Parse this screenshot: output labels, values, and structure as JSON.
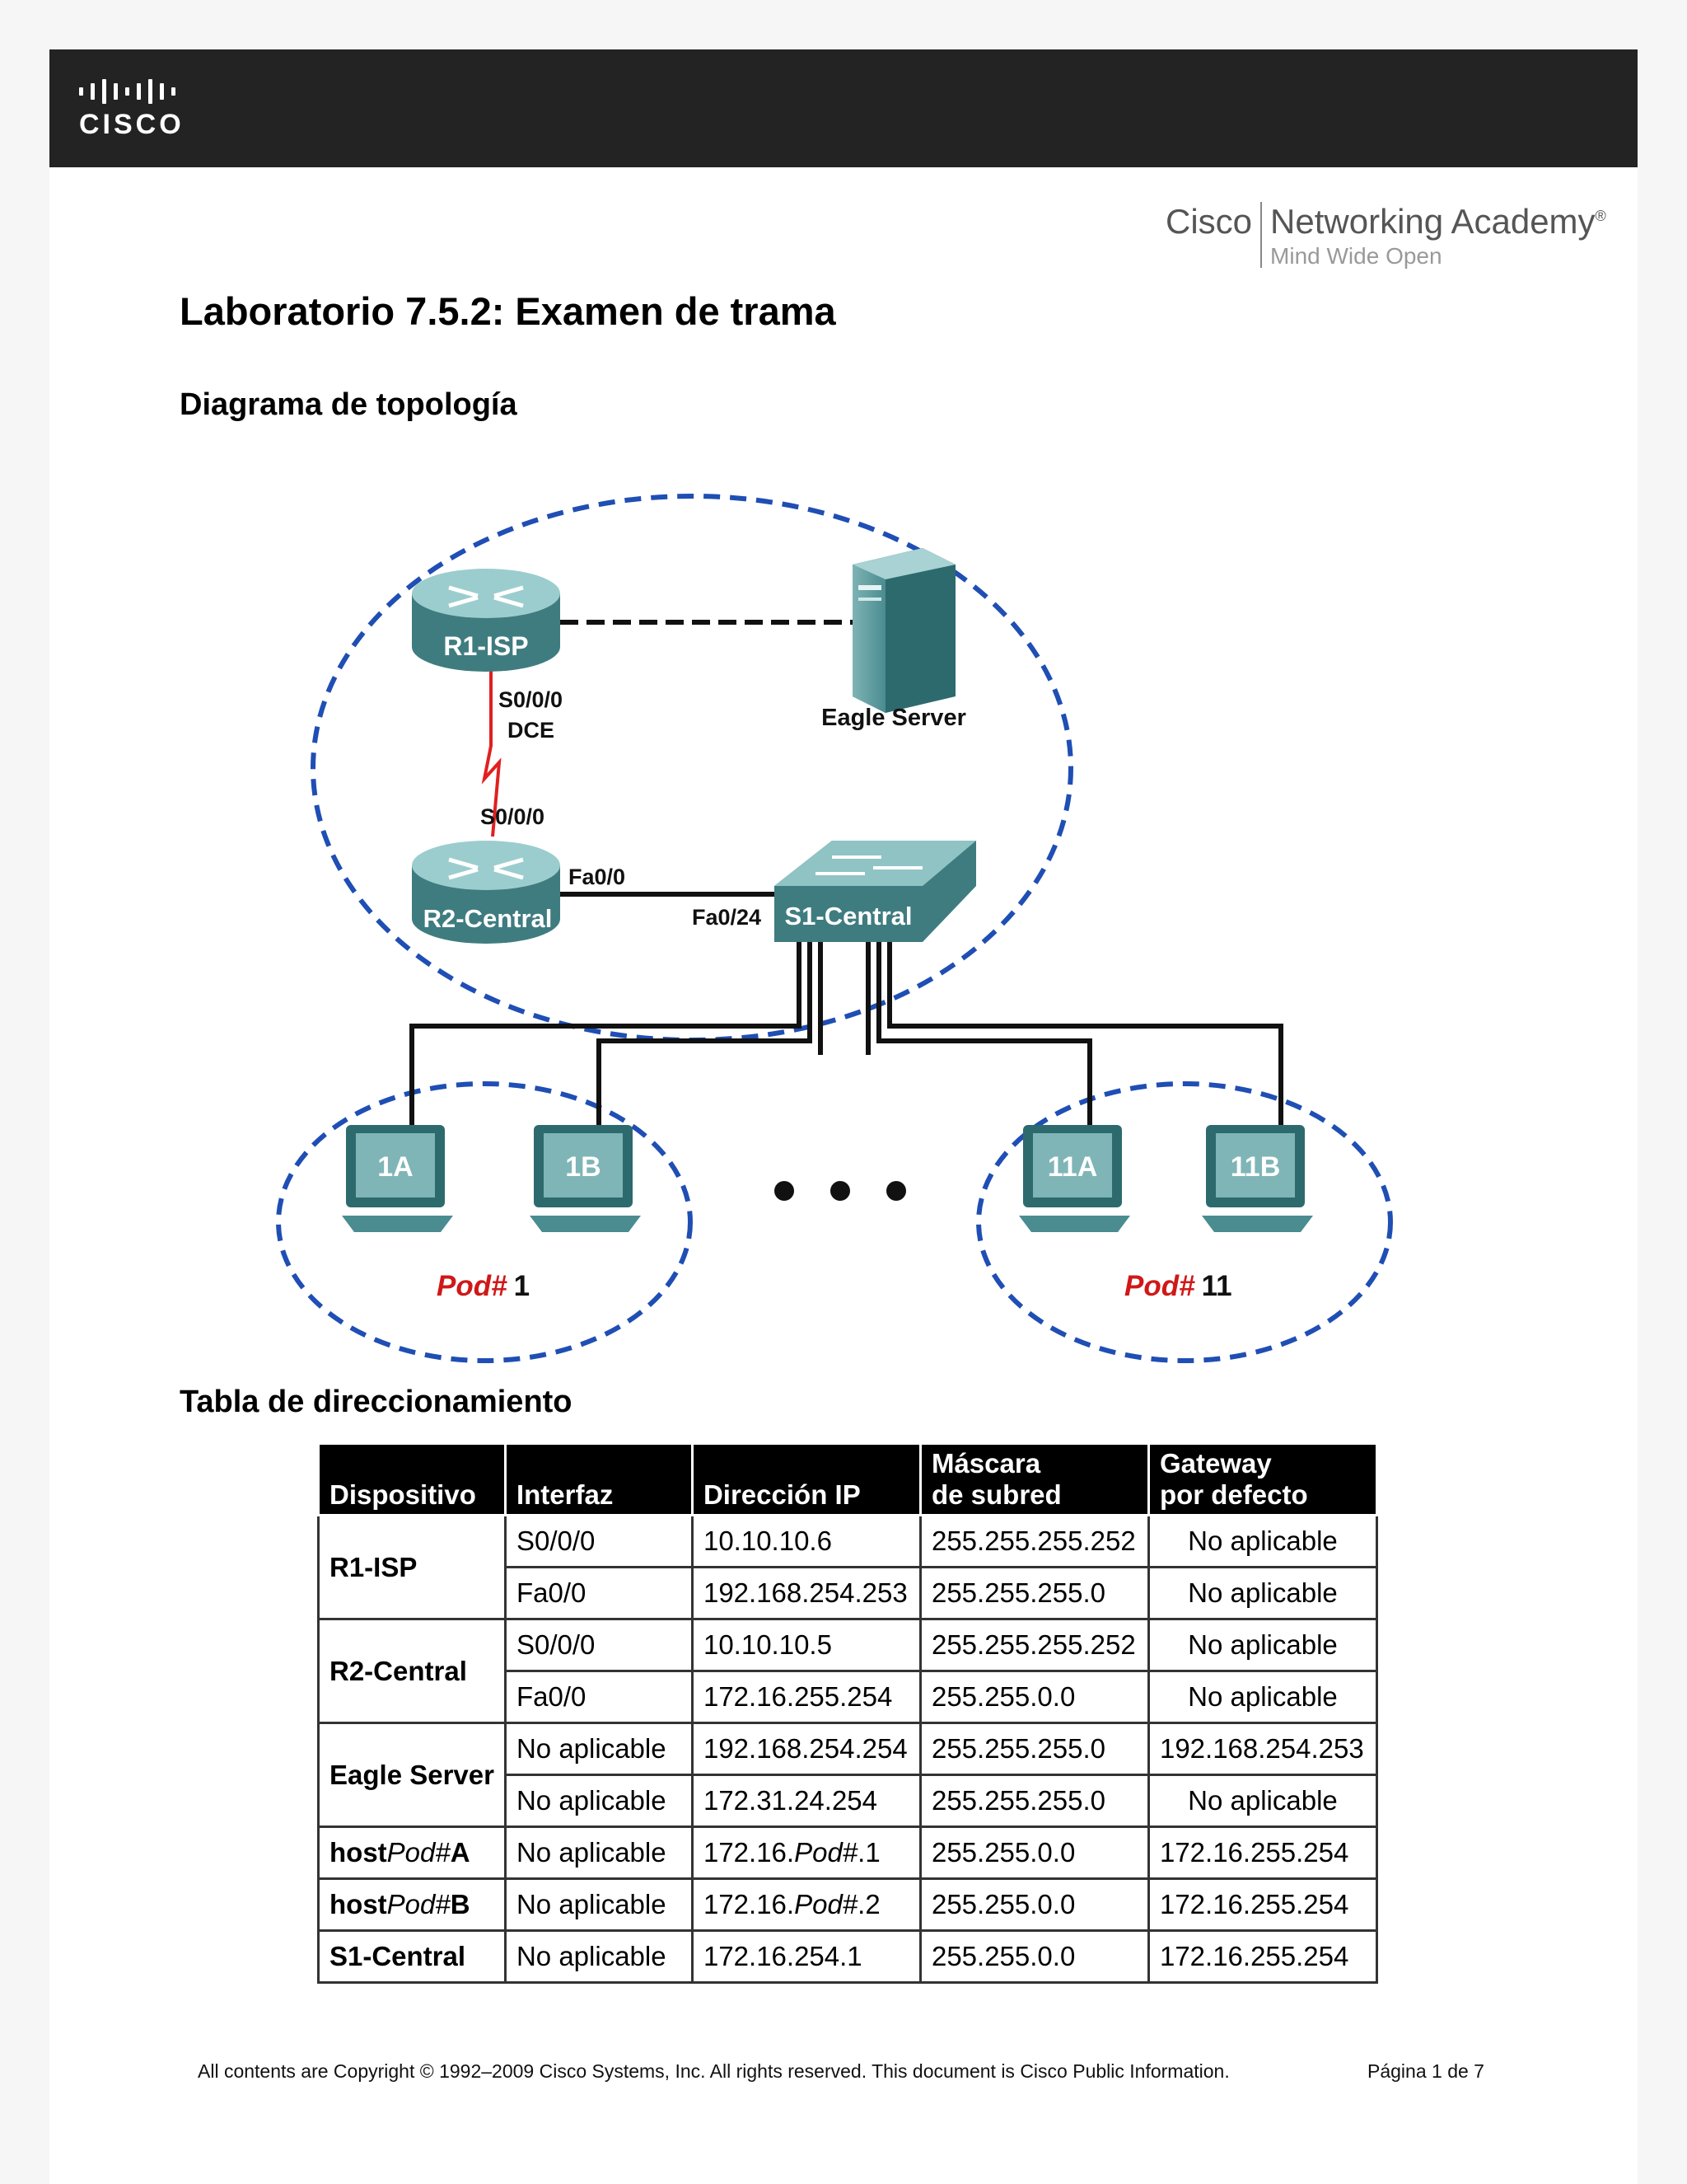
{
  "header": {
    "cisco_word": "CISCO",
    "academy_name_a": "Cisco",
    "academy_name_b": "Networking Academy",
    "academy_tagline": "Mind Wide Open"
  },
  "title": "Laboratorio 7.5.2: Examen de trama",
  "sections": {
    "topology": "Diagrama de topología",
    "addressing": "Tabla de direccionamiento"
  },
  "diagram": {
    "r1": "R1-ISP",
    "r2": "R2-Central",
    "switch": "S1-Central",
    "server": "Eagle Server",
    "r1_port": "S0/0/0",
    "dce": "DCE",
    "r2_serial": "S0/0/0",
    "r2_fa": "Fa0/0",
    "sw_port": "Fa0/24",
    "pc_1a": "1A",
    "pc_1b": "1B",
    "pc_11a": "11A",
    "pc_11b": "11B",
    "pod_label": "Pod#",
    "pod1_num": "1",
    "pod11_num": "11",
    "colors": {
      "router": "#5f9ea0",
      "cloud": "#1f4eb4",
      "serial": "#e02020",
      "pod": "#d01818"
    }
  },
  "table": {
    "headers": [
      "Dispositivo",
      "Interfaz",
      "Dirección IP",
      "Máscara\nde subred",
      "Gateway\npor defecto"
    ],
    "rows": [
      {
        "device": "R1-ISP",
        "interface": "S0/0/0",
        "ip": "10.10.10.6",
        "mask": "255.255.255.252",
        "gateway": "No aplicable"
      },
      {
        "device": "",
        "interface": "Fa0/0",
        "ip": "192.168.254.253",
        "mask": "255.255.255.0",
        "gateway": "No aplicable"
      },
      {
        "device": "R2-Central",
        "interface": "S0/0/0",
        "ip": "10.10.10.5",
        "mask": "255.255.255.252",
        "gateway": "No aplicable"
      },
      {
        "device": "",
        "interface": "Fa0/0",
        "ip": "172.16.255.254",
        "mask": "255.255.0.0",
        "gateway": "No aplicable"
      },
      {
        "device": "Eagle Server",
        "interface": "No aplicable",
        "ip": "192.168.254.254",
        "mask": "255.255.255.0",
        "gateway": "192.168.254.253"
      },
      {
        "device": "",
        "interface": "No aplicable",
        "ip": "172.31.24.254",
        "mask": "255.255.255.0",
        "gateway": "No aplicable"
      },
      {
        "device_a": "host",
        "device_b": "Pod#",
        "device_c": "A",
        "interface": "No aplicable",
        "ip_a": "172.16.",
        "ip_b": "Pod#",
        "ip_c": ".1",
        "mask": "255.255.0.0",
        "gateway": "172.16.255.254"
      },
      {
        "device_a": "host",
        "device_b": "Pod#",
        "device_c": "B",
        "interface": "No aplicable",
        "ip_a": "172.16.",
        "ip_b": "Pod#",
        "ip_c": ".2",
        "mask": "255.255.0.0",
        "gateway": "172.16.255.254"
      },
      {
        "device": "S1-Central",
        "interface": "No aplicable",
        "ip": "172.16.254.1",
        "mask": "255.255.0.0",
        "gateway": "172.16.255.254"
      }
    ]
  },
  "footer": {
    "copyright": "All contents are Copyright © 1992–2009 Cisco Systems, Inc. All rights reserved. This document is Cisco Public Information.",
    "page": "Página 1 de 7"
  }
}
